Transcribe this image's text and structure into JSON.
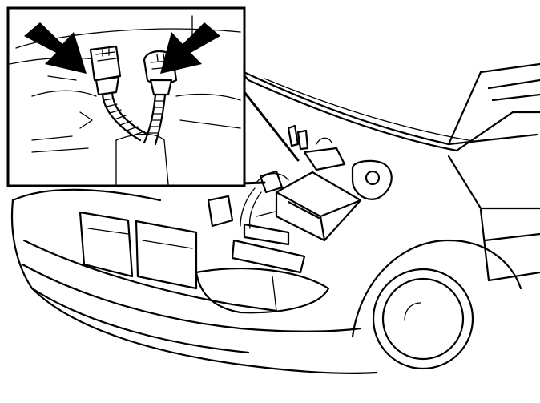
{
  "figure": {
    "subject": "car-front-open-hood-with-connector-detail",
    "style": "black line drawing on white background",
    "colors": {
      "stroke": "#000000",
      "background": "#ffffff"
    },
    "callout": {
      "content": "two-wiring-harness-connectors",
      "arrows": 2,
      "arrow_icons": [
        "arrow-pointing-right-down-icon",
        "arrow-pointing-left-down-icon"
      ]
    }
  }
}
